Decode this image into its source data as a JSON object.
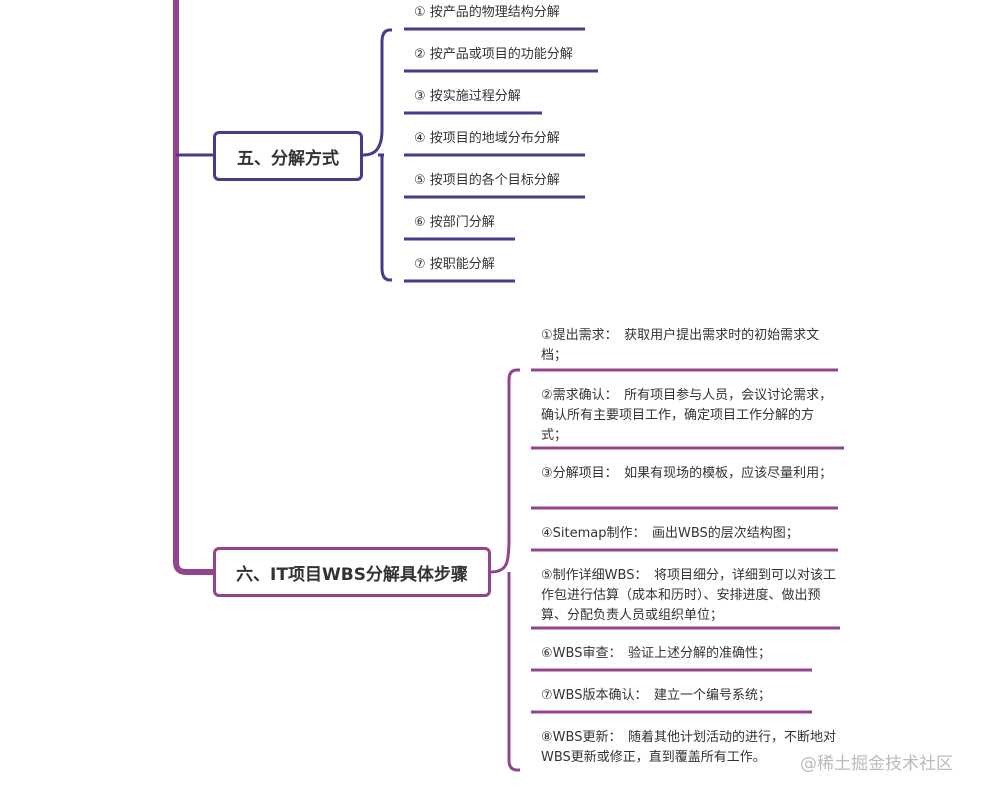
{
  "colors": {
    "trunk": "#93448d",
    "branch5": "#4a3a8c",
    "branch6": "#93448d"
  },
  "section5": {
    "title": "五、分解方式",
    "items": [
      "① 按产品的物理结构分解",
      "② 按产品或项目的功能分解",
      "③ 按实施过程分解",
      "④ 按项目的地域分布分解",
      "⑤ 按项目的各个目标分解",
      "⑥ 按部门分解",
      "⑦ 按职能分解"
    ]
  },
  "section6": {
    "title": "六、IT项目WBS分解具体步骤",
    "items": [
      "①提出需求：　获取用户提出需求时的初始需求文档；",
      "②需求确认：　所有项目参与人员，会议讨论需求，确认所有主要项目工作，确定项目工作分解的方式；",
      "③分解项目：　如果有现场的模板，应该尽量利用；",
      "④Sitemap制作：　画出WBS的层次结构图；",
      "⑤制作详细WBS：　将项目细分，详细到可以对该工作包进行估算（成本和历时）、安排进度、做出预算、分配负责人员或组织单位；",
      "⑥WBS审查：　验证上述分解的准确性；",
      "⑦WBS版本确认：　建立一个编号系统；",
      "⑧WBS更新：　随着其他计划活动的进行，不断地对WBS更新或修正，直到覆盖所有工作。"
    ]
  },
  "watermark": "@稀土掘金技术社区"
}
